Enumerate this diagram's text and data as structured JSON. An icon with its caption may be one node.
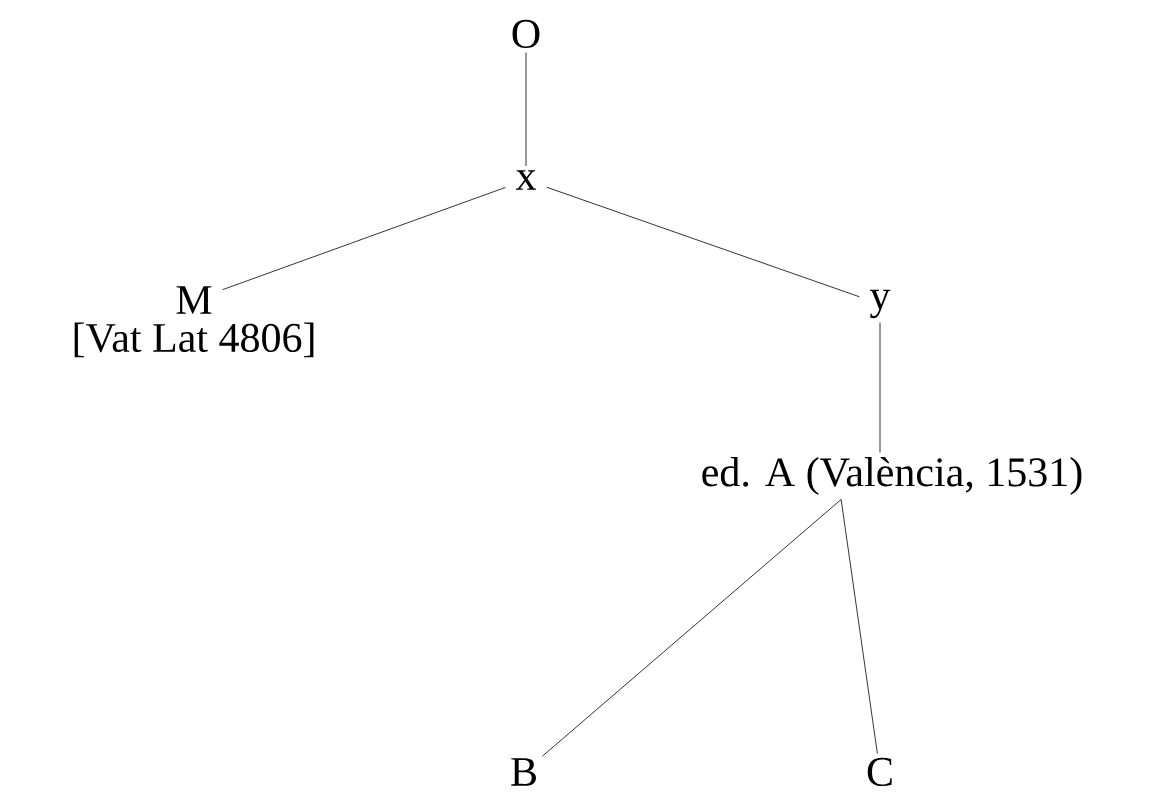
{
  "diagram": {
    "nodes": [
      {
        "text": [
          "O"
        ]
      },
      {
        "text": [
          "x"
        ]
      },
      {
        "text": [
          "M"
        ],
        "beside": [
          "[Vat Lat 4806]"
        ]
      },
      {
        "text": [
          "y"
        ]
      },
      {
        "text": [
          "ed. A (València, 1531)"
        ]
      },
      {
        "text": [
          "B"
        ]
      },
      {
        "text": [
          "C"
        ]
      }
    ],
    "edges": [
      {
        "from": 0,
        "to": 1,
        "arrow": "none"
      },
      {
        "from": 1,
        "to": 2,
        "arrow": "none"
      },
      {
        "from": 1,
        "to": 3,
        "arrow": "none"
      },
      {
        "from": 3,
        "to": 4,
        "arrow": "none"
      },
      {
        "from": 4,
        "to": 5,
        "arrow": "none"
      },
      {
        "from": 4,
        "to": 6,
        "arrow": "none"
      }
    ]
  }
}
